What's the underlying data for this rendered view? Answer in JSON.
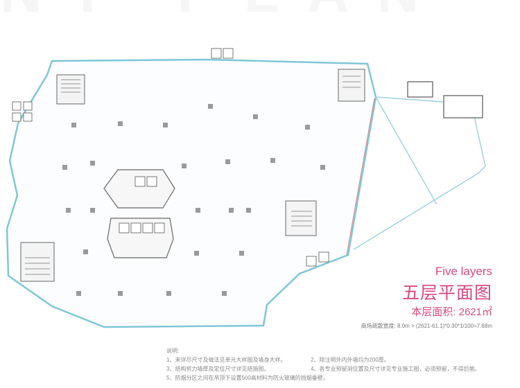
{
  "watermark": "NT PLAN",
  "title": {
    "english": "Five layers",
    "chinese": "五层平面图",
    "area_label": "本层面积: 2621㎡",
    "evacuation_calc": "商场疏散宽度: 8.0m > (2621-61.1)*0.30*1/100=7.68m"
  },
  "notes": {
    "heading": "说明:",
    "items": [
      "1、未详尽尺寸及做法见单元大样图及墙身大样。",
      "2、除注明外内外墙均为200厚。",
      "3、结构剪力墙厚及定位尺寸详见结施图。",
      "4、各专业预留洞位置及尺寸详见专业施工图，必须预留，不得后凿。",
      "5、防烟分区之间在吊顶下设置500高材料为防火玻璃的挡烟垂壁。"
    ]
  },
  "colors": {
    "accent": "#d64a82",
    "wall": "#7fc6d6",
    "column": "#9a9a9a"
  }
}
